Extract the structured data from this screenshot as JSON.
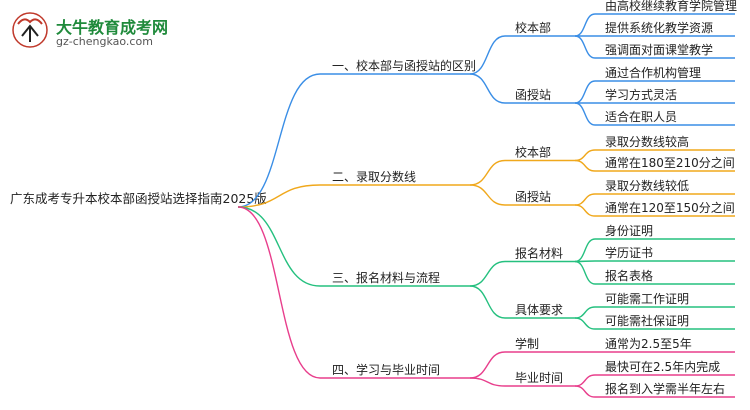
{
  "logo": {
    "title": "大牛教育成考网",
    "url": "gz-chengkao.com"
  },
  "mindmap": {
    "root": "广东成考专升本校本部函授站选择指南2025版",
    "branches": [
      {
        "label": "一、校本部与函授站的区别",
        "color": "#3a8ee6",
        "children": [
          {
            "label": "校本部",
            "children": [
              "由高校继续教育学院管理",
              "提供系统化教学资源",
              "强调面对面课堂教学"
            ]
          },
          {
            "label": "函授站",
            "children": [
              "通过合作机构管理",
              "学习方式灵活",
              "适合在职人员"
            ]
          }
        ]
      },
      {
        "label": "二、录取分数线",
        "color": "#f0a81c",
        "children": [
          {
            "label": "校本部",
            "children": [
              "录取分数线较高",
              "通常在180至210分之间"
            ]
          },
          {
            "label": "函授站",
            "children": [
              "录取分数线较低",
              "通常在120至150分之间"
            ]
          }
        ]
      },
      {
        "label": "三、报名材料与流程",
        "color": "#25c07f",
        "children": [
          {
            "label": "报名材料",
            "children": [
              "身份证明",
              "学历证书",
              "报名表格"
            ]
          },
          {
            "label": "具体要求",
            "children": [
              "可能需工作证明",
              "可能需社保证明"
            ]
          }
        ]
      },
      {
        "label": "四、学习与毕业时间",
        "color": "#e83e8c",
        "children": [
          {
            "label": "学制",
            "children": [
              "通常为2.5至5年"
            ]
          },
          {
            "label": "毕业时间",
            "children": [
              "最快可在2.5年内完成",
              "报名到入学需半年左右"
            ]
          }
        ]
      }
    ]
  }
}
